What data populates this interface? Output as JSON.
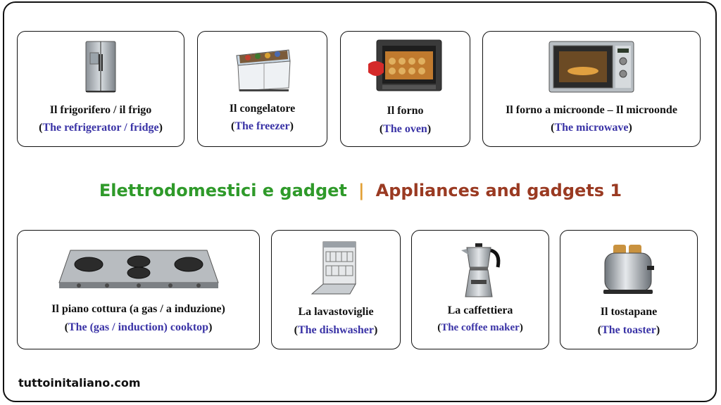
{
  "title": {
    "italian": "Elettrodomestici e gadget",
    "separator": "|",
    "english": "Appliances and gadgets 1"
  },
  "cards": [
    {
      "italian": "Il frigorifero / il frigo",
      "english": "The refrigerator / fridge",
      "icon": "refrigerator-icon"
    },
    {
      "italian": "Il congelatore",
      "english": "The freezer",
      "icon": "freezer-icon"
    },
    {
      "italian": "Il forno",
      "english": "The oven",
      "icon": "oven-icon"
    },
    {
      "italian": "Il forno a microonde – Il microonde",
      "english": "The microwave",
      "icon": "microwave-icon"
    },
    {
      "italian": "Il piano cottura (a gas / a induzione)",
      "english": "The (gas / induction) cooktop",
      "icon": "cooktop-icon"
    },
    {
      "italian": "La lavastoviglie",
      "english": "The dishwasher",
      "icon": "dishwasher-icon"
    },
    {
      "italian": "La caffettiera",
      "english": "The coffee maker",
      "icon": "coffee-maker-icon"
    },
    {
      "italian": "Il tostapane",
      "english": "The toaster",
      "icon": "toaster-icon"
    }
  ],
  "footer": {
    "website": "tuttoinitaliano.com"
  }
}
